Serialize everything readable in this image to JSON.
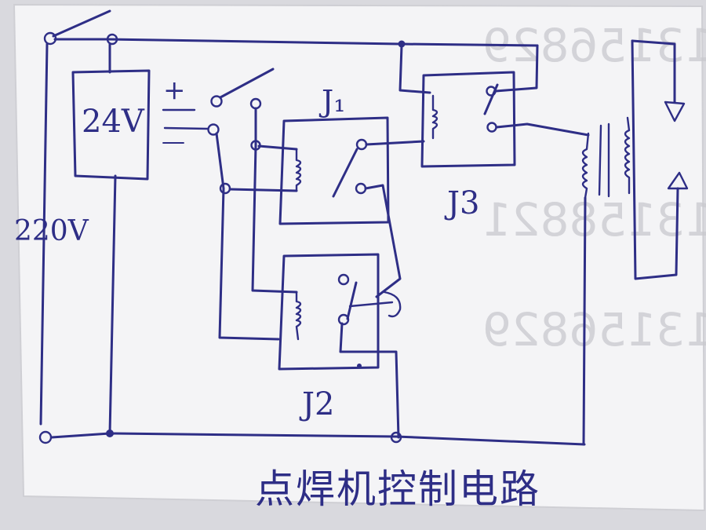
{
  "background_print": {
    "rows": [
      "13156829",
      "13158821",
      "13156829"
    ],
    "row_digits": [
      "7",
      "7",
      "1"
    ]
  },
  "labels": {
    "supply_box": "24V",
    "mains": "220V",
    "polarity_plus": "+",
    "polarity_minus": "—",
    "relay_1": "J₁",
    "relay_2": "J2",
    "relay_3": "J3"
  },
  "caption": "点焊机控制电路",
  "colors": {
    "ink": "#2e2e86",
    "paper": "#f4f4f6",
    "background": "#d9d9de"
  }
}
